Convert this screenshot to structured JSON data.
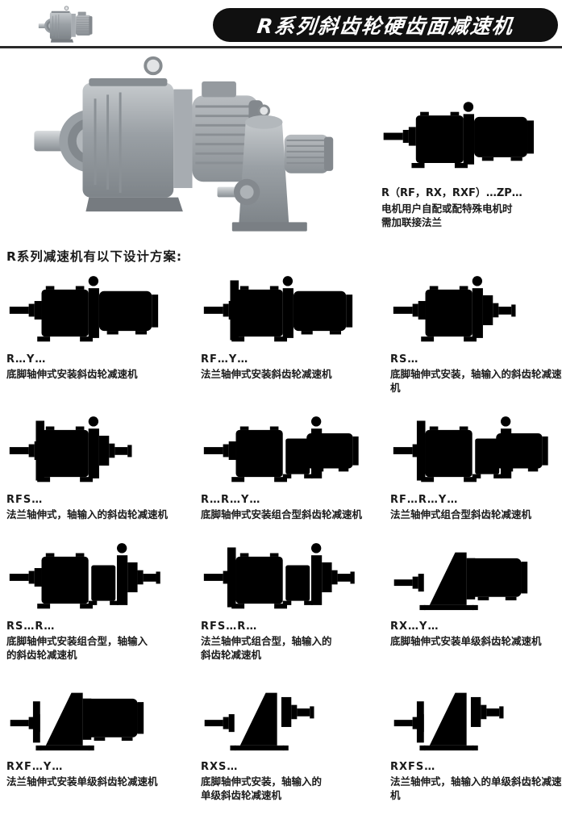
{
  "page": {
    "banner_title": "R系列斜齿轮硬齿面减速机"
  },
  "colors": {
    "banner_bg": "#101010",
    "banner_text": "#ffffff",
    "body_text": "#1a1a1a",
    "line_art": "#6f6f6f",
    "rule": "#2a2a2a"
  },
  "photos": {
    "thumb": "gearmotor-photo-small",
    "large": "gearmotor-photo-large",
    "vertical": "vertical-gearmotor-photo"
  },
  "intro": {
    "note_code": "R（RF，RX，RXF）…ZP…",
    "note_line1": "电机用户自配或配特殊电机时",
    "note_line2": "需加联接法兰",
    "section_heading": "R系列减速机有以下设计方案:"
  },
  "design_schemes": [
    {
      "code": "R…Y…",
      "desc": [
        "底脚轴伸式安装斜齿轮减速机"
      ],
      "drawing": "rm"
    },
    {
      "code": "RF…Y…",
      "desc": [
        "法兰轴伸式安装斜齿轮减速机"
      ],
      "drawing": "rm-flange"
    },
    {
      "code": "RS…",
      "desc": [
        "底脚轴伸式安装，轴输入的斜齿轮减速机"
      ],
      "drawing": "rs"
    },
    {
      "code": "RFS…",
      "desc": [
        "法兰轴伸式，轴输入的斜齿轮减速机"
      ],
      "drawing": "rs-flange"
    },
    {
      "code": "R…R…Y…",
      "desc": [
        "底脚轴伸式安装组合型斜齿轮减速机"
      ],
      "drawing": "rrm"
    },
    {
      "code": "RF…R…Y…",
      "desc": [
        "法兰轴伸式组合型斜齿轮减速机"
      ],
      "drawing": "rrm-flange"
    },
    {
      "code": "RS…R…",
      "desc": [
        "底脚轴伸式安装组合型，轴输入",
        "的斜齿轮减速机"
      ],
      "drawing": "rrs"
    },
    {
      "code": "RFS…R…",
      "desc": [
        "法兰轴伸式组合型，轴输入的",
        "斜齿轮减速机"
      ],
      "drawing": "rrs-flange"
    },
    {
      "code": "RX…Y…",
      "desc": [
        "底脚轴伸式安装单级斜齿轮减速机"
      ],
      "drawing": "xm"
    },
    {
      "code": "RXF…Y…",
      "desc": [
        "法兰轴伸式安装单级斜齿轮减速机"
      ],
      "drawing": "xm-flange"
    },
    {
      "code": "RXS…",
      "desc": [
        "底脚轴伸式安装，轴输入的",
        "单级斜齿轮减速机"
      ],
      "drawing": "xs"
    },
    {
      "code": "RXFS…",
      "desc": [
        "法兰轴伸式，轴输入的单级斜齿轮减速机"
      ],
      "drawing": "xs-flange"
    }
  ]
}
